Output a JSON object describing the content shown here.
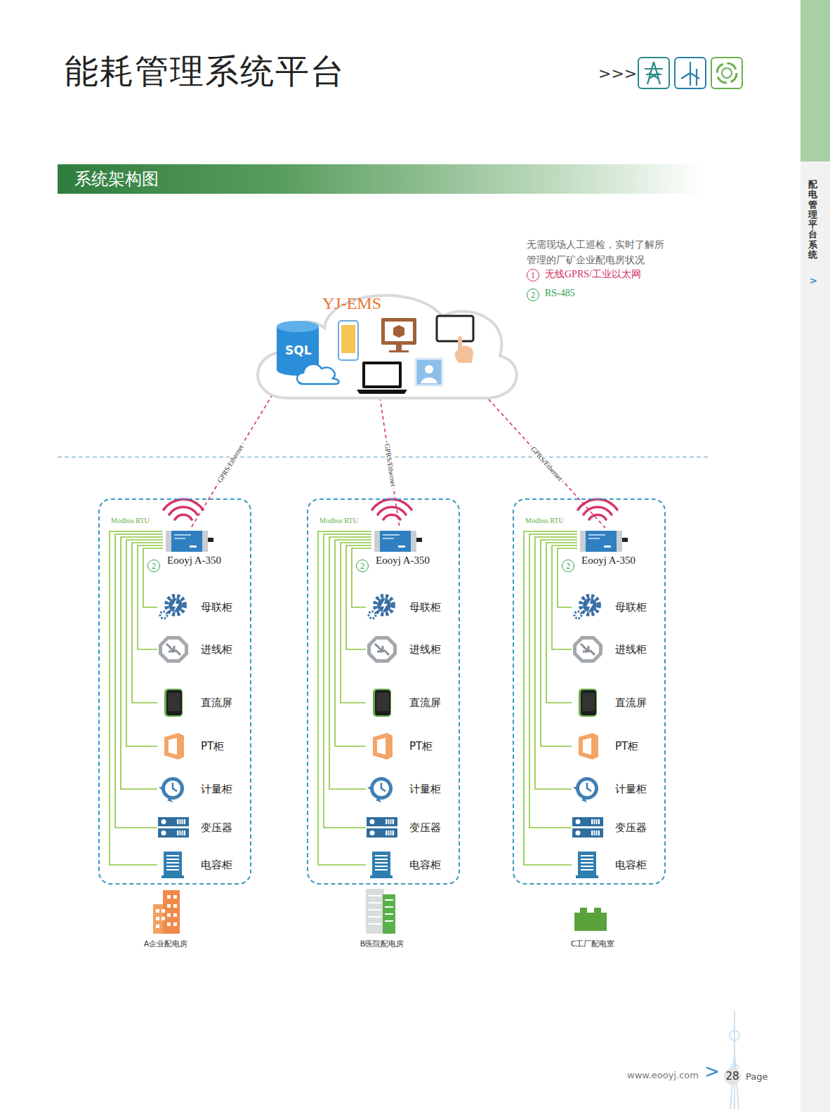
{
  "diagram": {
    "title": "能耗管理系统平台",
    "nodes": [
      {
        "text": [
          "系统架构图"
        ]
      },
      {
        "text": [
          "YJ-EMS"
        ]
      },
      {
        "text": [
          "Modbus RTU"
        ]
      },
      {
        "text": [
          "Eooyj A-350"
        ],
        "in": 2
      },
      {
        "text": [
          "母联柜"
        ],
        "in": 2
      },
      {
        "text": [
          "进线柜"
        ],
        "in": 2
      },
      {
        "text": [
          "直流屏"
        ],
        "in": 2
      },
      {
        "text": [
          "PT柜"
        ],
        "in": 2
      },
      {
        "text": [
          "计量柜"
        ],
        "in": 2
      },
      {
        "text": [
          "变压器"
        ],
        "in": 2
      },
      {
        "text": [
          "电容柜"
        ],
        "in": 2
      },
      {
        "text": [
          "Modbus RTU"
        ]
      },
      {
        "text": [
          "Eooyj A-350"
        ],
        "in": 11
      },
      {
        "text": [
          "母联柜"
        ],
        "in": 11
      },
      {
        "text": [
          "进线柜"
        ],
        "in": 11
      },
      {
        "text": [
          "直流屏"
        ],
        "in": 11
      },
      {
        "text": [
          "PT柜"
        ],
        "in": 11
      },
      {
        "text": [
          "计量柜"
        ],
        "in": 11
      },
      {
        "text": [
          "变压器"
        ],
        "in": 11
      },
      {
        "text": [
          "电容柜"
        ],
        "in": 11
      },
      {
        "text": [
          "Modbus RTU"
        ]
      },
      {
        "text": [
          "Eooyj A-350"
        ],
        "in": 20
      },
      {
        "text": [
          "母联柜"
        ],
        "in": 20
      },
      {
        "text": [
          "进线柜"
        ],
        "in": 20
      },
      {
        "text": [
          "直流屏"
        ],
        "in": 20
      },
      {
        "text": [
          "PT柜"
        ],
        "in": 20
      },
      {
        "text": [
          "计量柜"
        ],
        "in": 20
      },
      {
        "text": [
          "变压器"
        ],
        "in": 20
      },
      {
        "text": [
          "电容柜"
        ],
        "in": 20
      }
    ],
    "edges": [
      {
        "from": 1,
        "to": 3,
        "label": "GPRS/Ethernet",
        "arrow": "none"
      },
      {
        "from": 1,
        "to": 12,
        "label": "GPRS/Ethernet",
        "arrow": "none"
      },
      {
        "from": 1,
        "to": 21,
        "label": "GPRS/Ethernet",
        "arrow": "none"
      },
      {
        "from": 3,
        "to": 4,
        "arrow": "none"
      },
      {
        "from": 3,
        "to": 5,
        "arrow": "none"
      },
      {
        "from": 3,
        "to": 6,
        "arrow": "none"
      },
      {
        "from": 3,
        "to": 7,
        "arrow": "none"
      },
      {
        "from": 3,
        "to": 8,
        "arrow": "none"
      },
      {
        "from": 3,
        "to": 9,
        "arrow": "none"
      },
      {
        "from": 3,
        "to": 10,
        "arrow": "none"
      },
      {
        "from": 12,
        "to": 13,
        "arrow": "none"
      },
      {
        "from": 12,
        "to": 14,
        "arrow": "none"
      },
      {
        "from": 12,
        "to": 15,
        "arrow": "none"
      },
      {
        "from": 12,
        "to": 16,
        "arrow": "none"
      },
      {
        "from": 12,
        "to": 17,
        "arrow": "none"
      },
      {
        "from": 12,
        "to": 18,
        "arrow": "none"
      },
      {
        "from": 12,
        "to": 19,
        "arrow": "none"
      },
      {
        "from": 21,
        "to": 22,
        "arrow": "none"
      },
      {
        "from": 21,
        "to": 23,
        "arrow": "none"
      },
      {
        "from": 21,
        "to": 24,
        "arrow": "none"
      },
      {
        "from": 21,
        "to": 25,
        "arrow": "none"
      },
      {
        "from": 21,
        "to": 26,
        "arrow": "none"
      },
      {
        "from": 21,
        "to": 27,
        "arrow": "none"
      },
      {
        "from": 21,
        "to": 28,
        "arrow": "none"
      }
    ],
    "labels": [
      ">>>",
      "配电管理平台系统",
      ">",
      "无需现场人工巡检，实时了解所管理的厂矿企业配电房状况",
      "1",
      "无线GPRS/工业以太网",
      "2",
      "RS-485",
      "SQL",
      "2",
      "2",
      "2",
      "A企业配电房",
      "B医院配电房",
      "C工厂配电室",
      "www.eooyj.com",
      ">",
      "28",
      "Page"
    ]
  }
}
